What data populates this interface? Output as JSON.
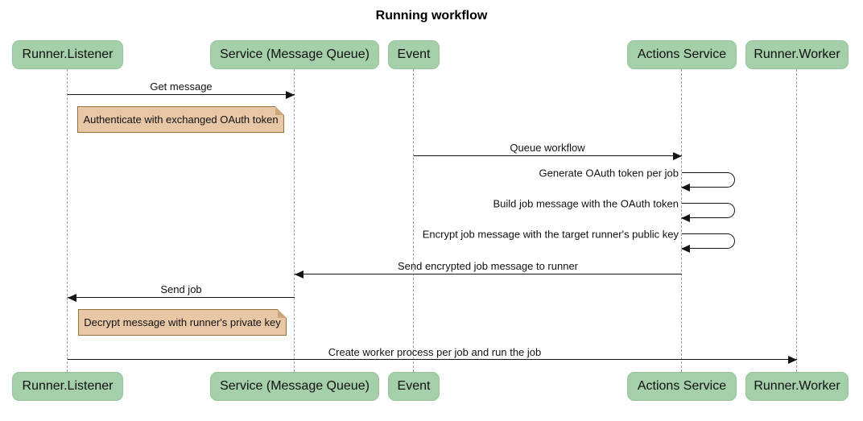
{
  "title": "Running workflow",
  "participants": [
    {
      "label": "Runner.Listener"
    },
    {
      "label": "Service (Message Queue)"
    },
    {
      "label": "Event"
    },
    {
      "label": "Actions Service"
    },
    {
      "label": "Runner.Worker"
    }
  ],
  "messages": [
    {
      "label": "Get message",
      "from": "Runner.Listener",
      "to": "Service (Message Queue)",
      "type": "arrow"
    },
    {
      "label": "Queue workflow",
      "from": "Event",
      "to": "Actions Service",
      "type": "arrow"
    },
    {
      "label": "Generate OAuth token per job",
      "from": "Actions Service",
      "to": "Actions Service",
      "type": "self"
    },
    {
      "label": "Build job message with the OAuth token",
      "from": "Actions Service",
      "to": "Actions Service",
      "type": "self"
    },
    {
      "label": "Encrypt job message with the target runner's public key",
      "from": "Actions Service",
      "to": "Actions Service",
      "type": "self"
    },
    {
      "label": "Send encrypted job message to runner",
      "from": "Actions Service",
      "to": "Service (Message Queue)",
      "type": "arrow"
    },
    {
      "label": "Send job",
      "from": "Service (Message Queue)",
      "to": "Runner.Listener",
      "type": "arrow"
    },
    {
      "label": "Create worker process per job and run the job",
      "from": "Runner.Listener",
      "to": "Runner.Worker",
      "type": "arrow"
    }
  ],
  "notes": [
    {
      "label": "Authenticate with exchanged OAuth token",
      "position": "right of Runner.Listener"
    },
    {
      "label": "Decrypt message with runner's private key",
      "position": "right of Runner.Listener"
    }
  ],
  "colors": {
    "actor_fill": "#a4cfa9",
    "actor_border": "#94c29b",
    "note_fill": "#e7c7a6",
    "note_border": "#96703a",
    "line": "#141414",
    "lifeline": "#9b9b9b",
    "background": "#ffffff",
    "text": "#111111"
  }
}
